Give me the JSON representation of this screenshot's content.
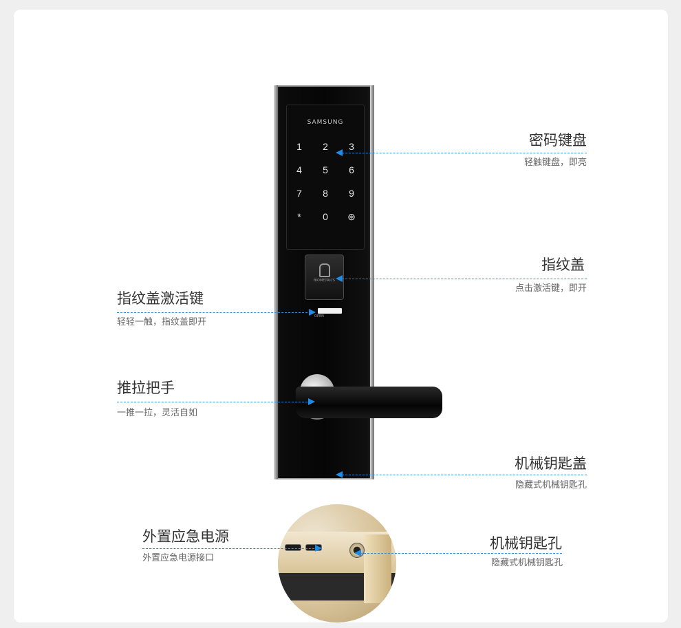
{
  "lock": {
    "brand": "SAMSUNG",
    "keys": [
      "1",
      "2",
      "3",
      "4",
      "5",
      "6",
      "7",
      "8",
      "9",
      "*",
      "0",
      "⊛"
    ],
    "fingerprint_text": "BIOMETRICS",
    "open_text": "OPEN"
  },
  "callouts": {
    "keypad": {
      "title": "密码键盘",
      "sub": "轻触键盘，即亮"
    },
    "fp_cover": {
      "title": "指纹盖",
      "sub": "点击激活键，即开"
    },
    "fp_activate": {
      "title": "指纹盖激活键",
      "sub": "轻轻一触，指纹盖即开"
    },
    "handle": {
      "title": "推拉把手",
      "sub": "一推一拉，灵活自如"
    },
    "key_cover": {
      "title": "机械钥匙盖",
      "sub": "隐藏式机械钥匙孔"
    },
    "power": {
      "title": "外置应急电源",
      "sub": "外置应急电源接口"
    },
    "keyhole": {
      "title": "机械钥匙孔",
      "sub": "隐藏式机械钥匙孔"
    }
  },
  "colors": {
    "accent": "#1e8be6",
    "background": "#efefef",
    "card": "#ffffff"
  }
}
